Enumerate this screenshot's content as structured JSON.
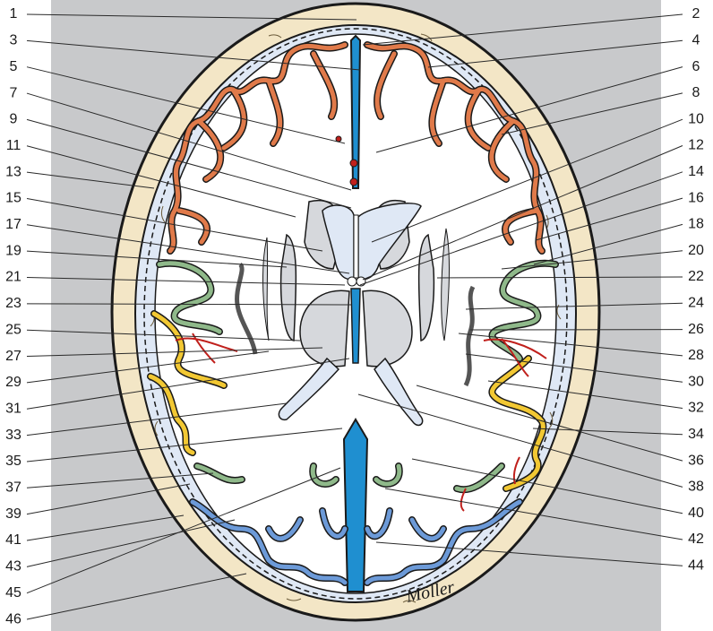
{
  "labels_left": [
    "1",
    "3",
    "5",
    "7",
    "9",
    "11",
    "13",
    "15",
    "17",
    "19",
    "21",
    "23",
    "25",
    "27",
    "29",
    "31",
    "33",
    "35",
    "37",
    "39",
    "41",
    "43",
    "45",
    "46"
  ],
  "labels_right": [
    "2",
    "4",
    "6",
    "8",
    "10",
    "12",
    "14",
    "16",
    "18",
    "20",
    "22",
    "24",
    "26",
    "28",
    "30",
    "32",
    "34",
    "36",
    "38",
    "40",
    "42",
    "44"
  ],
  "signature": "Möller",
  "colors": {
    "background_panel": "#c8c9cb",
    "skull": "#f3e6c6",
    "csf": "#1f8fd0",
    "frontal_cortex": "#e07a4a",
    "insular_cortex": "#8fb98a",
    "temporal_cortex": "#f2c833",
    "occipital_cortex": "#6c9ad8",
    "vessels": "#c0201c",
    "deep_nuclei": "#d6d8dc"
  }
}
